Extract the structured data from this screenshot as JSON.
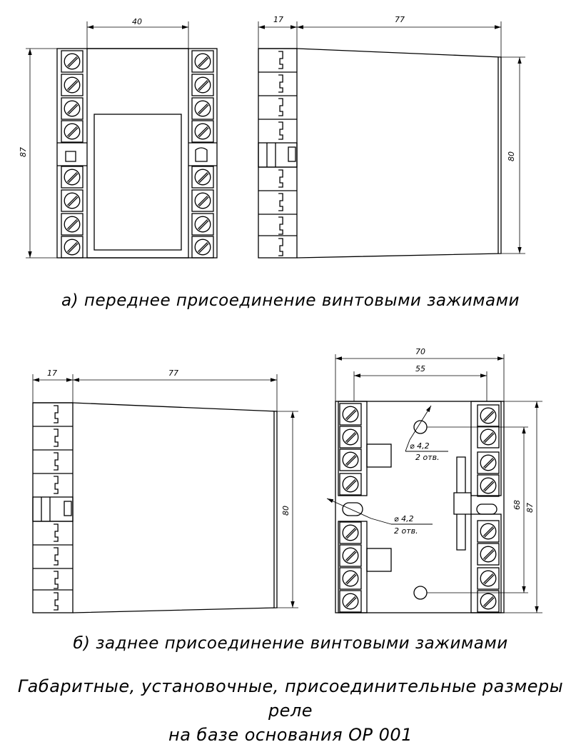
{
  "dims": {
    "a_front_width": "40",
    "a_front_height": "87",
    "a_side_depth_terminal": "17",
    "a_side_depth_body": "77",
    "a_side_height": "80",
    "b_side_depth_terminal": "17",
    "b_side_depth_body": "77",
    "b_side_height": "80",
    "b_rear_width": "70",
    "b_rear_hole_spacing": "55",
    "b_rear_hole_height": "68",
    "b_rear_height": "87"
  },
  "holes": {
    "upper_diameter": "⌀ 4,2",
    "upper_count": "2 отв.",
    "lower_diameter": "⌀ 4,2",
    "lower_count": "2 отв."
  },
  "captions": {
    "a": "а) переднее присоединение винтовыми зажимами",
    "b": "б) заднее присоединение винтовыми зажимами",
    "main_line1": "Габаритные, установочные, присоединительные размеры реле",
    "main_line2": "на базе основания ОР 001"
  }
}
